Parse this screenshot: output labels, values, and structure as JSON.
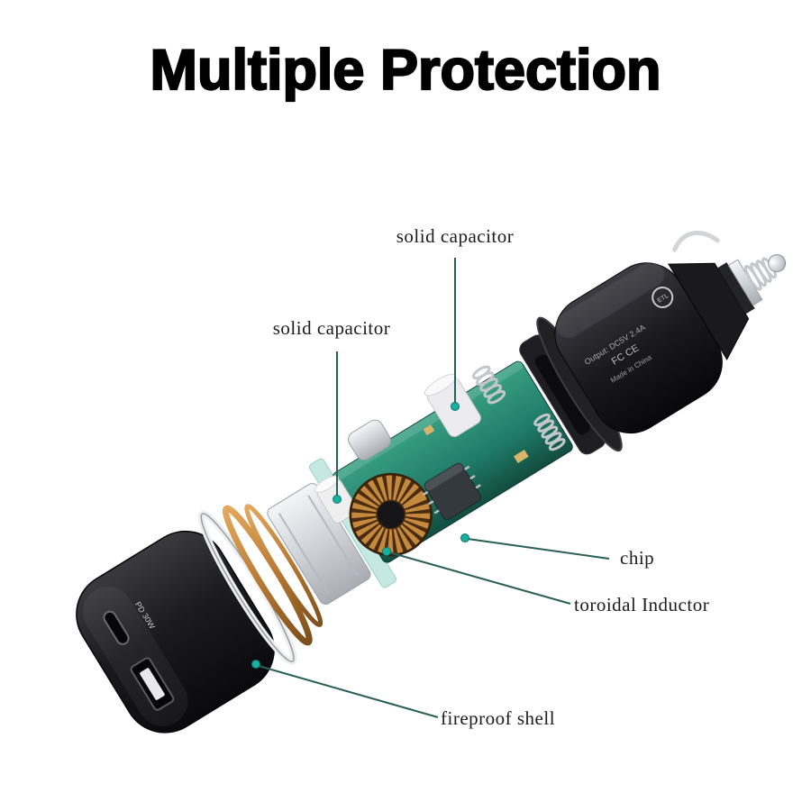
{
  "title": "Multiple Protection",
  "callouts": {
    "solid_capacitor_top": {
      "label": "solid capacitor"
    },
    "solid_capacitor_left": {
      "label": "solid capacitor"
    },
    "chip": {
      "label": "chip"
    },
    "toroidal_inductor": {
      "label": "toroidal Inductor"
    },
    "fireproof_shell": {
      "label": "fireproof shell"
    }
  },
  "device": {
    "port_label": "PD 30W",
    "print_line1": "Output: DC5V  2.4A",
    "print_line2": "FC  CE",
    "print_line3": "Made in China",
    "cert_badge": "ETL"
  },
  "colors": {
    "accent": "#17b1a1",
    "leader_line": "#2a5f58",
    "pcb_green": "#1f7a68",
    "copper": "#b97a33",
    "shell_black": "#141416"
  }
}
